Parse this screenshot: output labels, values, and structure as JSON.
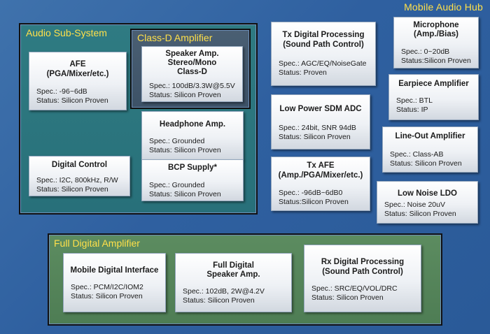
{
  "hub_title": "Mobile Audio Hub",
  "audio_subsystem": {
    "title": "Audio Sub-System",
    "afe": {
      "title": [
        "AFE",
        "(PGA/Mixer/etc.)"
      ],
      "spec": "Spec.: -96~6dB",
      "status": "Status: Silicon Proven"
    },
    "digital_control": {
      "title": [
        "Digital Control"
      ],
      "spec": "Spec.: I2C, 800kHz, R/W",
      "status": "Status: Silicon Proven"
    },
    "class_d": {
      "title": "Class-D Amplifier",
      "speaker_amp": {
        "title": [
          "Speaker Amp.",
          "Stereo/Mono",
          "Class-D"
        ],
        "spec": "Spec.: 100dB/3.3W@5.5V",
        "status": "Status: Silicon Proven"
      }
    },
    "headphone_amp": {
      "title": [
        "Headphone Amp."
      ],
      "spec": "Spec.: Grounded",
      "status": "Status: Silicon Proven"
    },
    "bcp_supply": {
      "title": [
        "BCP Supply*"
      ],
      "spec": "Spec.: Grounded",
      "status": "Status: Silicon Proven"
    }
  },
  "center": {
    "tx_digital": {
      "title": [
        "Tx Digital Processing",
        "(Sound Path Control)"
      ],
      "spec": "Spec.: AGC/EQ/NoiseGate",
      "status": "Status: Proven"
    },
    "sdm_adc": {
      "title": [
        "Low Power SDM ADC"
      ],
      "spec": "Spec.: 24bit, SNR 94dB",
      "status": "Status: Silicon Proven"
    },
    "tx_afe": {
      "title": [
        "Tx AFE",
        "(Amp./PGA/Mixer/etc.)"
      ],
      "spec": "Spec.: -96dB~6dB0",
      "status": "Status:Silicon Proven"
    }
  },
  "right": {
    "microphone": {
      "title": [
        "Microphone",
        "(Amp./Bias)"
      ],
      "spec": "Spec.: 0~20dB",
      "status": "Status:Silicon Proven"
    },
    "earpiece": {
      "title": [
        "Earpiece Amplifier"
      ],
      "spec": "Spec.: BTL",
      "status": "Status: IP"
    },
    "line_out": {
      "title": [
        "Line-Out Amplifier"
      ],
      "spec": "Spec.: Class-AB",
      "status": "Status: Silicon Proven"
    },
    "ldo": {
      "title": [
        "Low Noise LDO"
      ],
      "spec": "Spec.: Noise 20uV",
      "status": "Status: Silicon Proven"
    }
  },
  "full_digital": {
    "title": "Full Digital Amplifier",
    "mdi": {
      "title": [
        "Mobile Digital Interface"
      ],
      "spec": "Spec.: PCM/I2C/IOM2",
      "status": "Status: Silicon Proven"
    },
    "fd_speaker": {
      "title": [
        "Full Digital",
        "Speaker Amp."
      ],
      "spec": "Spec.: 102dB, 2W@4.2V",
      "status": "Status: Silicon Proven"
    },
    "rx_digital": {
      "title": [
        "Rx Digital Processing",
        "(Sound Path Control)"
      ],
      "spec": "Spec.: SRC/EQ/VOL/DRC",
      "status": "Status: Silicon Proven"
    }
  }
}
